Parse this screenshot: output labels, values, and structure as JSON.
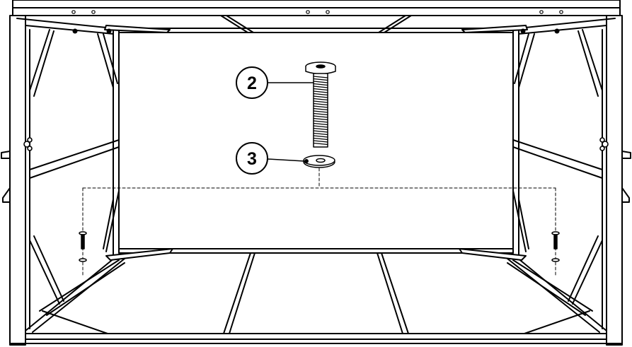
{
  "diagram": {
    "callouts": [
      {
        "id": "2",
        "label": "2",
        "part": "bolt"
      },
      {
        "id": "3",
        "label": "3",
        "part": "washer"
      }
    ]
  },
  "colors": {
    "line": "#000000",
    "background": "#ffffff"
  }
}
